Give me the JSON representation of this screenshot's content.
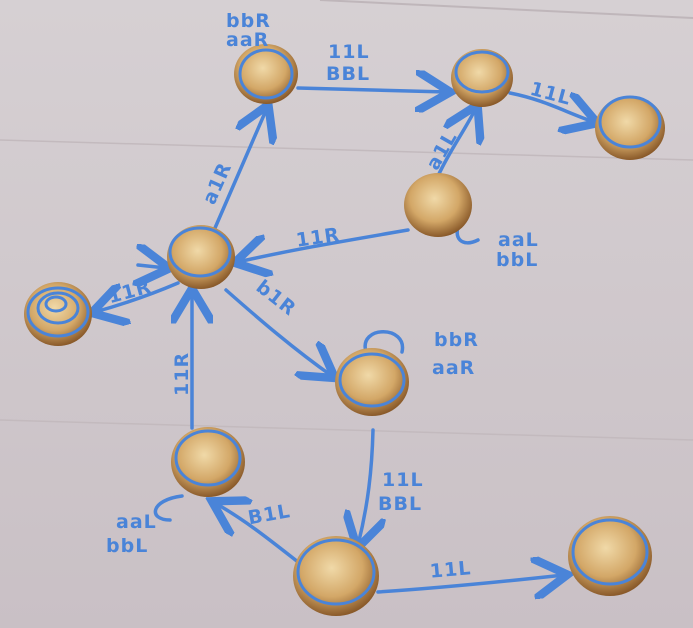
{
  "scene": {
    "surface_color": "#cfc7cb",
    "marker_color": "#4a84d8",
    "muffin_color": "#c89a58",
    "muffin_shadow": "#8a5a2a"
  },
  "states": [
    {
      "id": "q_top",
      "shape": "muffin-with-circle"
    },
    {
      "id": "q_topright",
      "shape": "muffin-with-circle"
    },
    {
      "id": "q_farright",
      "shape": "muffin-with-circle"
    },
    {
      "id": "q_midright",
      "shape": "muffin"
    },
    {
      "id": "q_center",
      "shape": "muffin-with-circle"
    },
    {
      "id": "q_left",
      "shape": "muffin-with-spiral"
    },
    {
      "id": "q_mid",
      "shape": "muffin-with-circle"
    },
    {
      "id": "q_lowleft",
      "shape": "muffin-with-circle"
    },
    {
      "id": "q_bottom",
      "shape": "muffin-with-circle"
    },
    {
      "id": "q_bottomright",
      "shape": "muffin-with-circle"
    }
  ],
  "labels": {
    "top_self_1": "bbR",
    "top_self_2": "aaR",
    "top_to_topright_1": "11L",
    "top_to_topright_2": "BBL",
    "topright_to_farright": "11L",
    "midright_to_topright": "a1L",
    "midright_self_1": "aaL",
    "midright_self_2": "bbL",
    "midright_to_center": "11R",
    "center_to_top": "a1R",
    "center_to_left": "11R",
    "center_to_mid": "b1R",
    "mid_self_1": "bbR",
    "mid_self_2": "aaR",
    "lowleft_to_center": "11R",
    "lowleft_self_1": "aaL",
    "lowleft_self_2": "bbL",
    "bottom_to_lowleft": "B1L",
    "mid_to_bottom_1": "11L",
    "mid_to_bottom_2": "BBL",
    "bottom_to_bottomright": "11L"
  }
}
